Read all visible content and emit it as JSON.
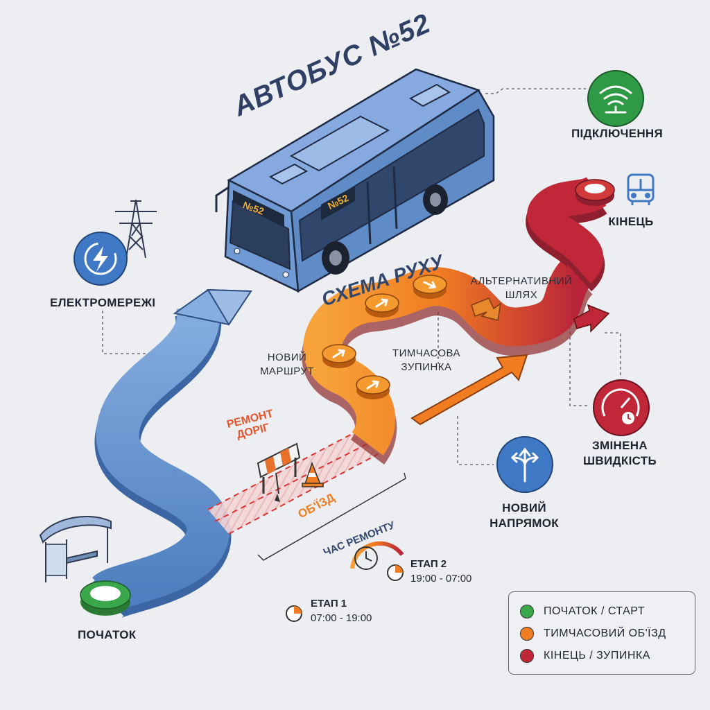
{
  "title": "АВТОБУС №52",
  "bus_plate_front": "№52",
  "bus_plate_side": "№52",
  "scheme_title": "СХЕМА РУХУ",
  "labels": {
    "connection": "ПІДКЛЮЧЕННЯ",
    "power_grid": "ЕЛЕКТРОМЕРЕЖІ",
    "end": "КІНЕЦЬ",
    "alt_route_1": "АЛЬТЕРНАТИВНИЙ",
    "alt_route_2": "ШЛЯХ",
    "new_route_1": "НОВИЙ",
    "new_route_2": "МАРШРУТ",
    "temp_stop_1": "ТИМЧАСОВА",
    "temp_stop_2": "ЗУПИНКА",
    "road_repair_1": "РЕМОНТ",
    "road_repair_2": "ДОРІГ",
    "detour": "ОБ'ЇЗД",
    "changed_speed_1": "ЗМІНЕНА",
    "changed_speed_2": "ШВИДКІСТЬ",
    "new_direction_1": "НОВИЙ",
    "new_direction_2": "НАПРЯМОК",
    "repair_time": "ЧАС РЕМОНТУ",
    "stage1_title": "ЕТАП 1",
    "stage1_time": "07:00 - 19:00",
    "stage2_title": "ЕТАП 2",
    "stage2_time": "19:00 - 07:00",
    "start": "ПОЧАТОК"
  },
  "legend": [
    {
      "label": "ПОЧАТОК / СТАРТ",
      "color": "#3aa84a"
    },
    {
      "label": "ТИМЧАСОВИЙ ОБ'ЇЗД",
      "color": "#f07d22"
    },
    {
      "label": "КІНЕЦЬ / ЗУПИНКА",
      "color": "#c0283a"
    }
  ],
  "colors": {
    "blue_route": "#5f8fcf",
    "orange_route": "#f07d22",
    "red_route": "#c0283a",
    "bus_body": "#6f9ad3",
    "icon_blue": "#3f78c4",
    "icon_green": "#2f9a46",
    "icon_red": "#c0283a"
  },
  "icons": [
    "wifi-icon",
    "bus-icon",
    "lightning-icon",
    "power-tower-icon",
    "speedometer-icon",
    "direction-arrows-icon",
    "clock-icon",
    "bus-shelter-icon",
    "road-barrier-icon",
    "traffic-cone-icon"
  ]
}
